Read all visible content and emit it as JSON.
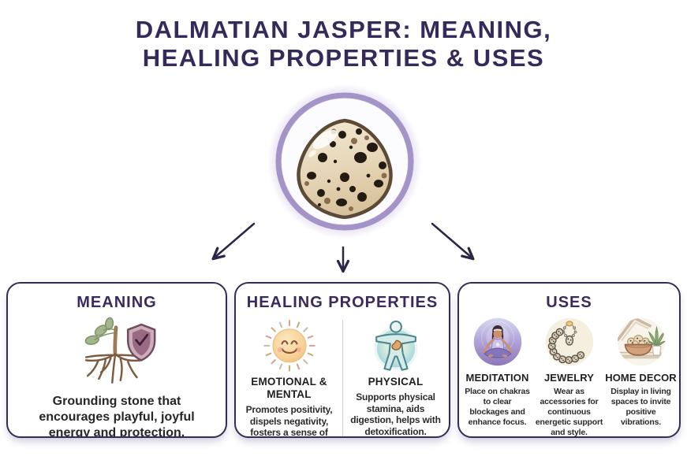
{
  "title": {
    "line1": "DALMATIAN JASPER: MEANING,",
    "line2": "HEALING PROPERTIES & USES"
  },
  "cards": {
    "meaning": {
      "title": "MEANING",
      "description": "Grounding stone that encourages playful, joyful energy and protection."
    },
    "healing": {
      "title": "HEALING PROPERTIES",
      "emotional": {
        "heading": "EMOTIONAL & MENTAL",
        "description": "Promotes positivity, dispels negativity, fosters a sense of fun."
      },
      "physical": {
        "heading": "PHYSICAL",
        "description": "Supports physical stamina, aids digestion, helps with detoxification."
      }
    },
    "uses": {
      "title": "USES",
      "items": [
        {
          "heading": "MEDITATION",
          "description": "Place on chakras to clear blockages and enhance focus."
        },
        {
          "heading": "JEWELRY",
          "description": "Wear as accessories for continuous energetic support and style."
        },
        {
          "heading": "HOME DECOR",
          "description": "Display in living spaces to invite positive vibrations."
        }
      ]
    }
  },
  "icons": {
    "center": "dalmatian-jasper-stone-icon",
    "meaning": "roots-and-shield-icon",
    "emotional": "smiling-sun-icon",
    "physical": "human-body-digestion-icon",
    "meditation": "meditating-person-icon",
    "jewelry": "beaded-jewelry-icon",
    "home_decor": "stone-bowl-shelf-icon"
  },
  "colors": {
    "title_text": "#362a5a",
    "card_border": "#332d56",
    "stone_ring": "#a493c7",
    "stone_glow": "#d9cdec",
    "arrow": "#2b2647",
    "body_text": "#262626"
  }
}
